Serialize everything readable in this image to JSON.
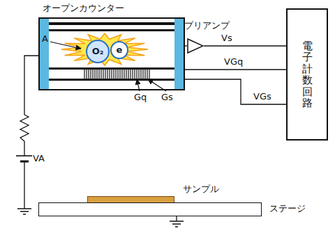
{
  "diagram": {
    "nodes": [
      {
        "text": [
          "オープンカウンター"
        ]
      },
      {
        "text": [
          "O₂"
        ],
        "in": 0
      },
      {
        "text": [
          "e"
        ],
        "in": 0
      },
      {
        "text": [
          "プリアンプ"
        ]
      },
      {
        "text": [
          "電子計数回路"
        ]
      },
      {
        "text": [
          "サンプル"
        ]
      },
      {
        "text": [
          "ステージ"
        ]
      }
    ],
    "edges": [
      {
        "from": 0,
        "to": 3,
        "arrow": "none"
      },
      {
        "from": 3,
        "to": 4,
        "label": "Vs",
        "arrow": "none"
      },
      {
        "from": 0,
        "to": 4,
        "label": "VGq",
        "arrow": "none"
      },
      {
        "from": 0,
        "to": 4,
        "label": "VGs",
        "arrow": "none"
      }
    ],
    "labels": [
      "A",
      "Gq",
      "Gs",
      "VA"
    ]
  }
}
